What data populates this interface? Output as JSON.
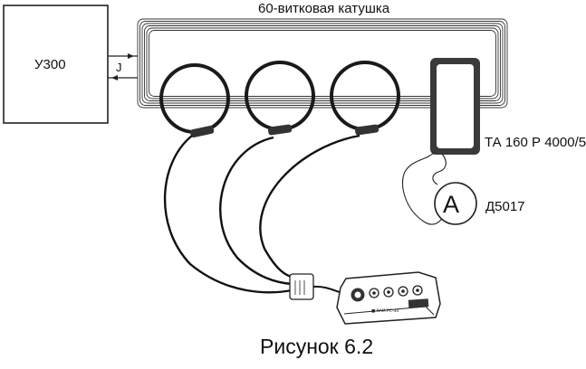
{
  "labels": {
    "coil_title": "60-витковая катушка",
    "source": "У300",
    "current_symbol": "J",
    "current_transformer": "ТА 160 Р 4000/5",
    "ammeter_symbol": "A",
    "ammeter_model": "Д5017",
    "analyzer_brand": "■ RAM PC-30",
    "caption": "Рисунок 6.2"
  },
  "colors": {
    "line": "#222222",
    "background": "#ffffff"
  }
}
